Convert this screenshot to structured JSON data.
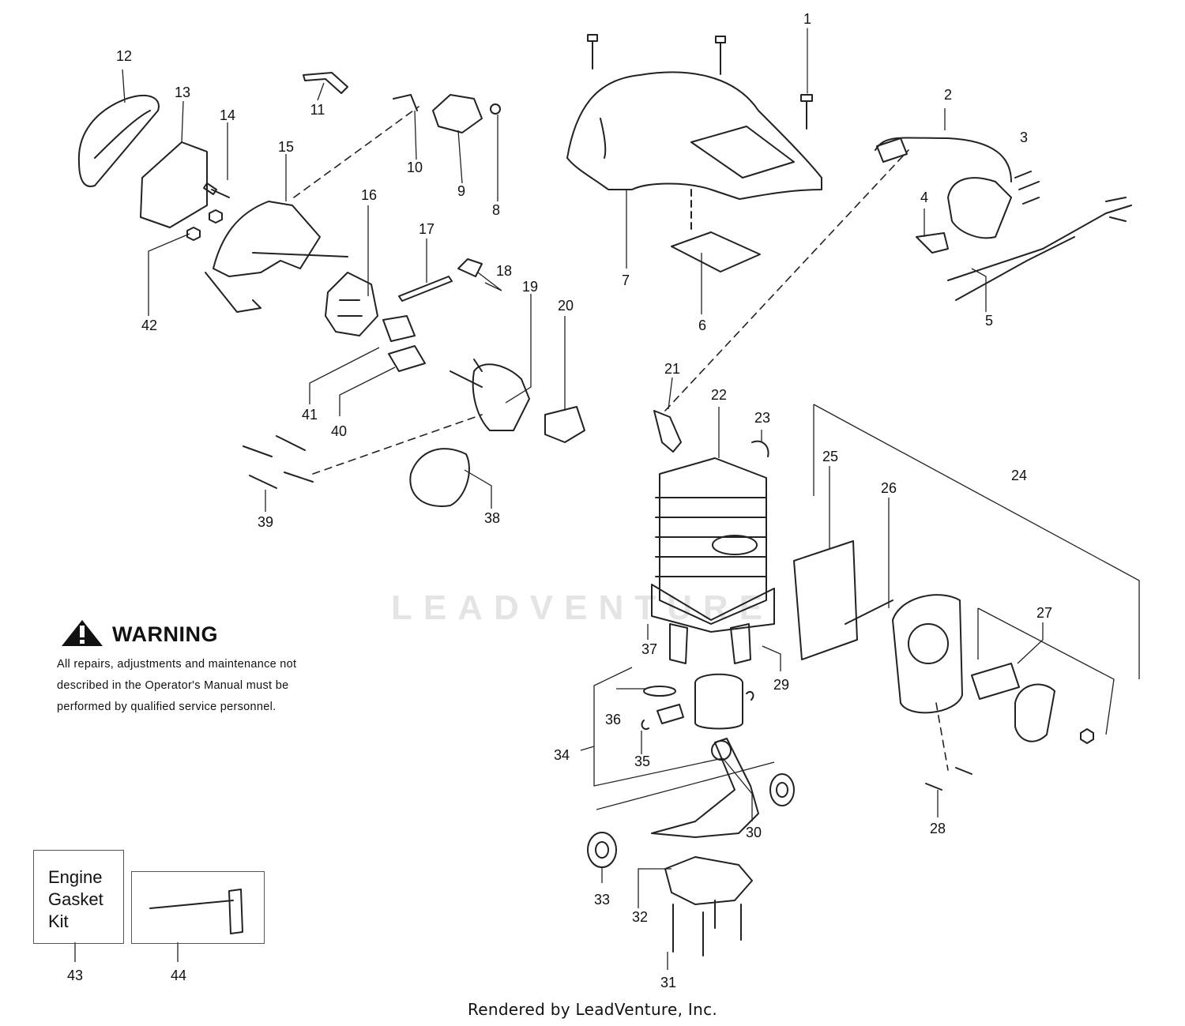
{
  "callouts": [
    "1",
    "2",
    "3",
    "4",
    "5",
    "6",
    "7",
    "8",
    "9",
    "10",
    "11",
    "12",
    "13",
    "14",
    "15",
    "16",
    "17",
    "18",
    "19",
    "20",
    "21",
    "22",
    "23",
    "24",
    "25",
    "26",
    "27",
    "28",
    "29",
    "30",
    "31",
    "32",
    "33",
    "34",
    "35",
    "36",
    "37",
    "38",
    "39",
    "40",
    "41",
    "42",
    "43",
    "44"
  ],
  "warning": {
    "title": "WARNING",
    "line1": "All repairs, adjustments and maintenance not",
    "line2": "described in the Operator's Manual must be",
    "line3": "performed by qualified  service personnel."
  },
  "kit": {
    "line1": "Engine",
    "line2": "Gasket",
    "line3": "Kit"
  },
  "watermark": "LEADVENTURE",
  "footer": "Rendered by LeadVenture, Inc."
}
